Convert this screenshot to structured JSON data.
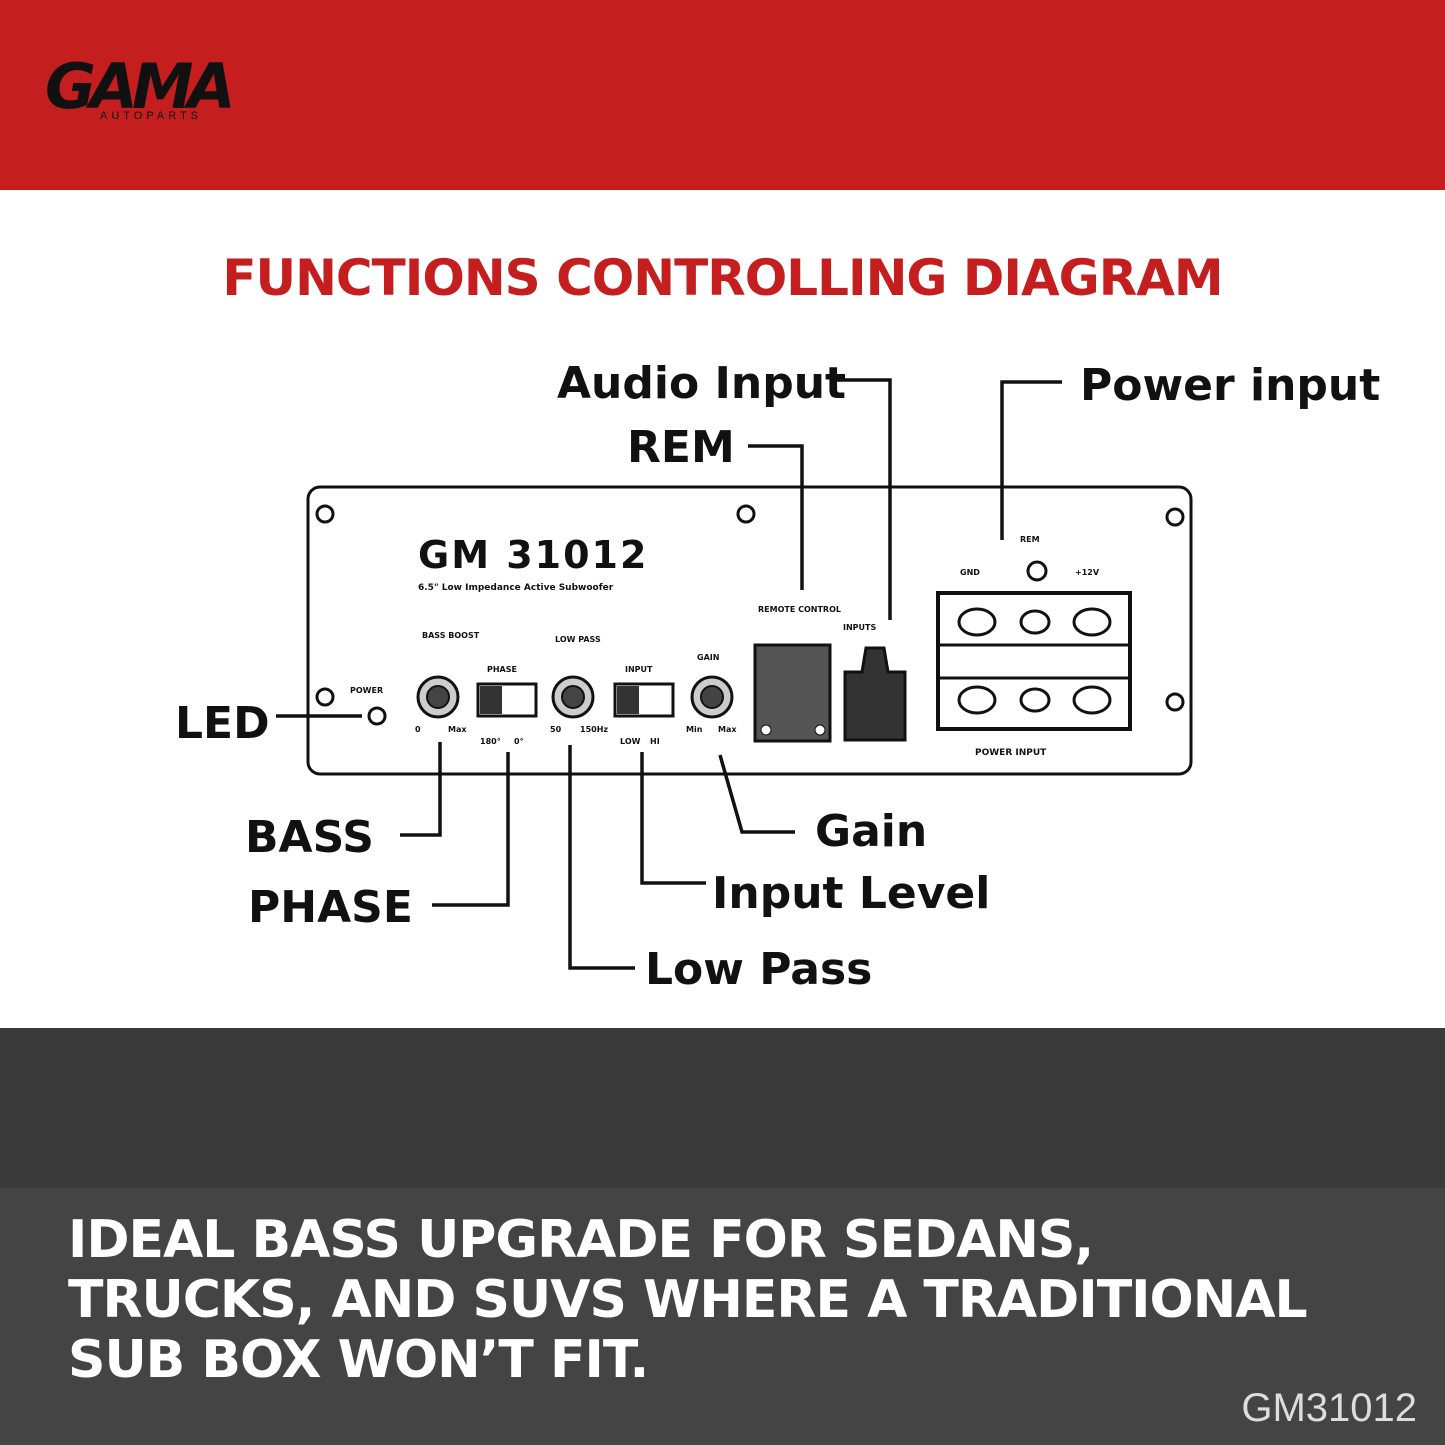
{
  "brand": {
    "logo_text": "GAMA",
    "logo_subtext": "AUTOPARTS"
  },
  "heading": "FUNCTIONS CONTROLLING DIAGRAM",
  "diagram": {
    "callouts": {
      "audio_input": "Audio Input",
      "rem": "REM",
      "power_input": "Power input",
      "led": "LED",
      "bass": "BASS",
      "phase": "PHASE",
      "gain": "Gain",
      "input_level": "Input Level",
      "low_pass": "Low Pass"
    },
    "panel": {
      "model": "GM 31012",
      "subtitle": "6.5\" Low Impedance Active Subwoofer",
      "power_led": "POWER",
      "bass_boost": "BASS BOOST",
      "phase": "PHASE",
      "low_pass": "LOW PASS",
      "input": "INPUT",
      "gain": "GAIN",
      "remote_control": "REMOTE CONTROL",
      "inputs": "INPUTS",
      "rem": "REM",
      "gnd": "GND",
      "plus12v": "+12V",
      "power_input": "POWER INPUT",
      "bass_scale": [
        "0",
        "Max"
      ],
      "phase_scale": [
        "180°",
        "0°"
      ],
      "low_pass_scale": [
        "50",
        "150Hz"
      ],
      "input_scale": [
        "LOW",
        "HI"
      ],
      "gain_scale": [
        "Min",
        "Max"
      ]
    }
  },
  "tagline": "IDEAL BASS UPGRADE FOR SEDANS, TRUCKS, AND SUVS WHERE A TRADITIONAL SUB BOX WON’T FIT.",
  "model_code": "GM31012",
  "colors": {
    "brand_red": "#c41e1e",
    "dark_band": "#3a3a3a",
    "bottom_band": "#444444"
  }
}
